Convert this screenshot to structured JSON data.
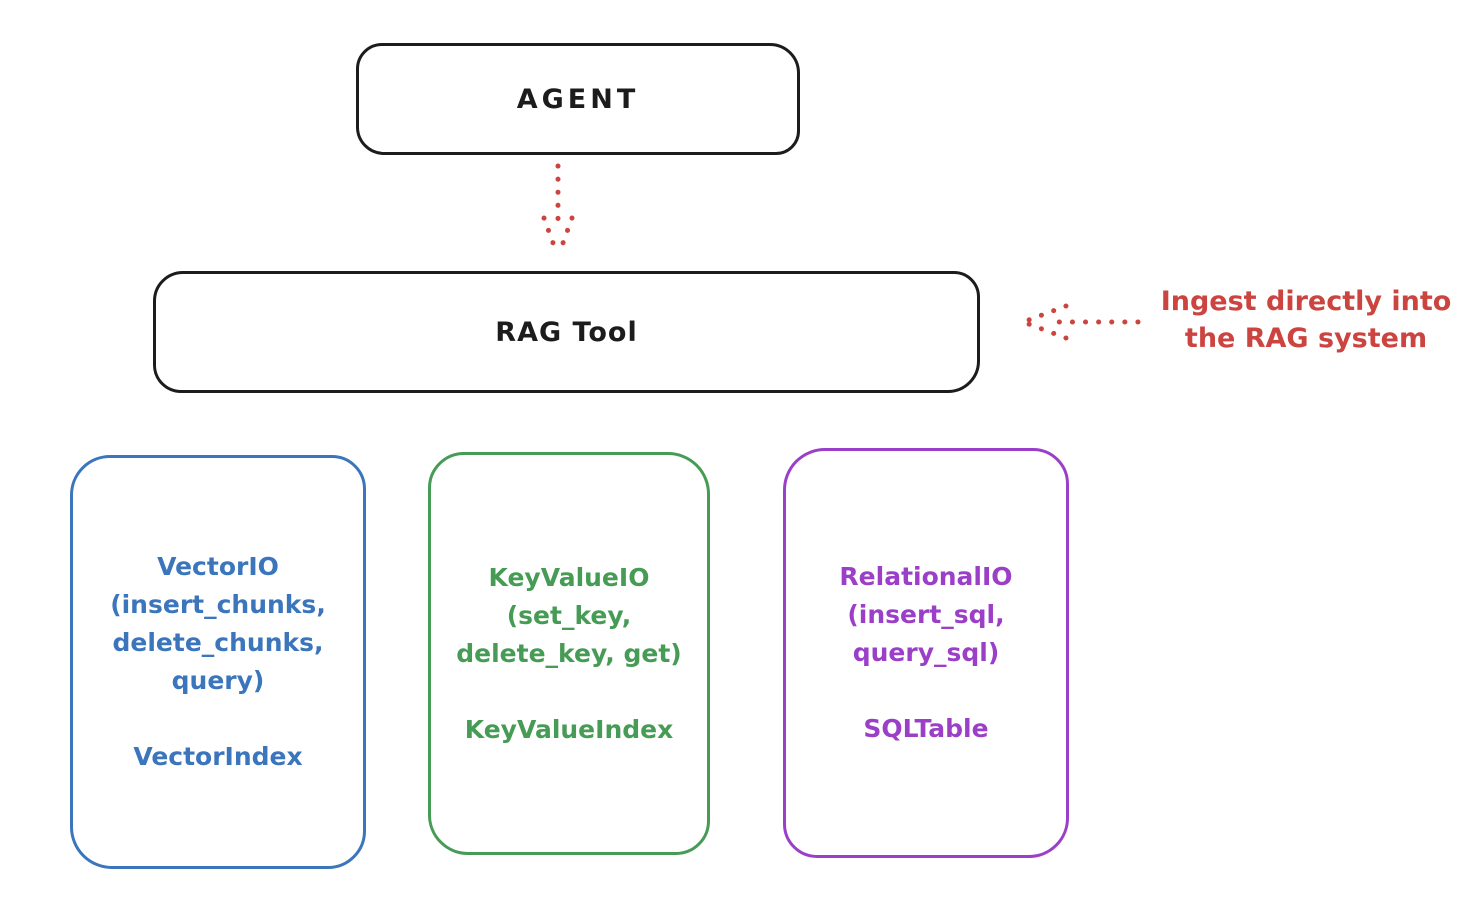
{
  "diagram": {
    "nodes": {
      "agent": {
        "label": "AGENT"
      },
      "rag_tool": {
        "label": "RAG Tool"
      }
    },
    "annotation": {
      "text_lines": [
        "Ingest directly into",
        "the RAG system"
      ],
      "color": "#cc4440"
    },
    "arrows": [
      {
        "id": "agent-to-rag-tool",
        "style": "dotted",
        "direction": "down",
        "color": "#cc4440"
      },
      {
        "id": "annotation-to-rag-tool",
        "style": "dotted",
        "direction": "left",
        "color": "#cc4440"
      }
    ],
    "io_boxes": [
      {
        "id": "vector-io",
        "color": "#3b75bc",
        "interface_lines": [
          "VectorIO",
          "(insert_chunks,",
          "delete_chunks,",
          "query)"
        ],
        "index_label": "VectorIndex"
      },
      {
        "id": "keyvalue-io",
        "color": "#469b55",
        "interface_lines": [
          "KeyValueIO",
          "(set_key,",
          "delete_key, get)"
        ],
        "index_label": "KeyValueIndex"
      },
      {
        "id": "relational-io",
        "color": "#9b3fc8",
        "interface_lines": [
          "RelationalIO",
          "(insert_sql,",
          "query_sql)"
        ],
        "index_label": "SQLTable"
      }
    ],
    "colors": {
      "stroke_black": "#1c1c1c",
      "accent_red": "#cc4440",
      "vector_blue": "#3b75bc",
      "keyvalue_green": "#469b55",
      "relational_purple": "#9b3fc8",
      "background": "#ffffff"
    }
  }
}
